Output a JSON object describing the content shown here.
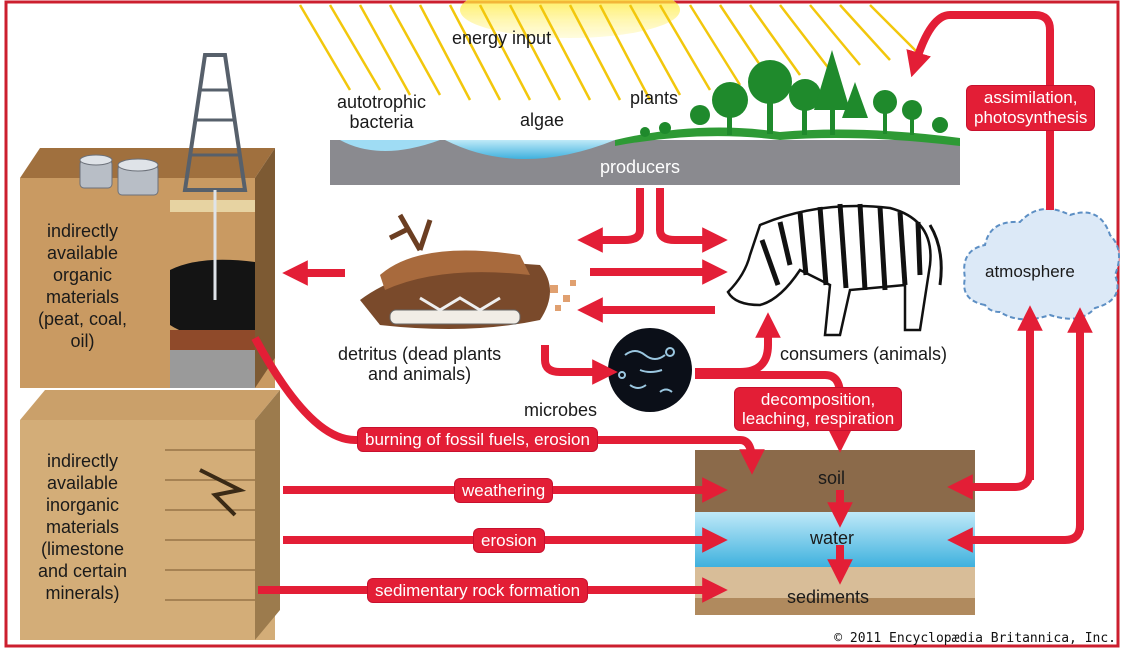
{
  "title_label": "energy input",
  "producers": {
    "bacteria": "autotrophic\nbacteria",
    "algae": "algae",
    "plants": "plants",
    "band": "producers"
  },
  "organic": "indirectly\navailable\norganic\nmaterials\n(peat, coal,\noil)",
  "inorganic": "indirectly\navailable\ninorganic\nmaterials\n(limestone\nand certain\nminerals)",
  "detritus": "detritus (dead plants\nand animals)",
  "microbes": "microbes",
  "consumers": "consumers (animals)",
  "atmosphere": "atmosphere",
  "processes": {
    "assimilation": "assimilation,\nphotosynthesis",
    "decomposition": "decomposition,\nleaching, respiration",
    "burning": "burning of fossil fuels, erosion",
    "weathering": "weathering",
    "erosion": "erosion",
    "sedimentary": "sedimentary rock formation"
  },
  "layers": {
    "soil": "soil",
    "water": "water",
    "sediments": "sediments"
  },
  "copyright": "© 2011 Encyclopædia Britannica, Inc.",
  "colors": {
    "arrow": "#e31e36",
    "sun": "#ffd400",
    "producers_band": "#8a8a8f",
    "water": "#5fc3e6",
    "plants": "#1f8a2c",
    "soil": "#8b6a4a",
    "sediments": "#c9a985",
    "cloud": "#dce9f7"
  }
}
